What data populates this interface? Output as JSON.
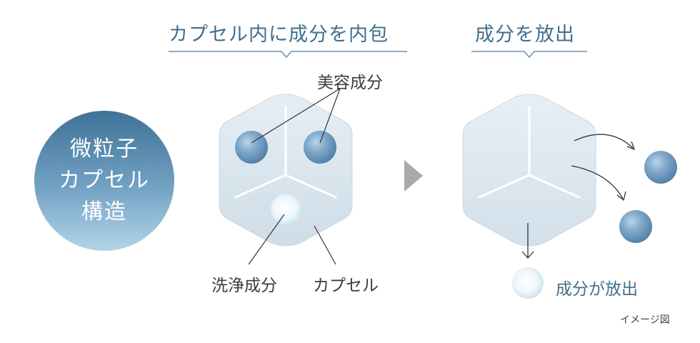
{
  "badge": {
    "line1": "微粒子",
    "line2": "カプセル",
    "line3": "構造"
  },
  "left_panel": {
    "heading": "カプセル内に成分を内包",
    "label_beauty": "美容成分",
    "label_cleansing": "洗浄成分",
    "label_capsule": "カプセル"
  },
  "right_panel": {
    "heading": "成分を放出",
    "label_release": "成分が放出"
  },
  "footnote": "イメージ図",
  "colors": {
    "accent_blue": "#3f6f90",
    "badge_top": "#3f7297",
    "badge_bottom": "#b2d4e8",
    "capsule_fill": "#dbe7ef",
    "arrow_gray": "#a9a9a9"
  }
}
